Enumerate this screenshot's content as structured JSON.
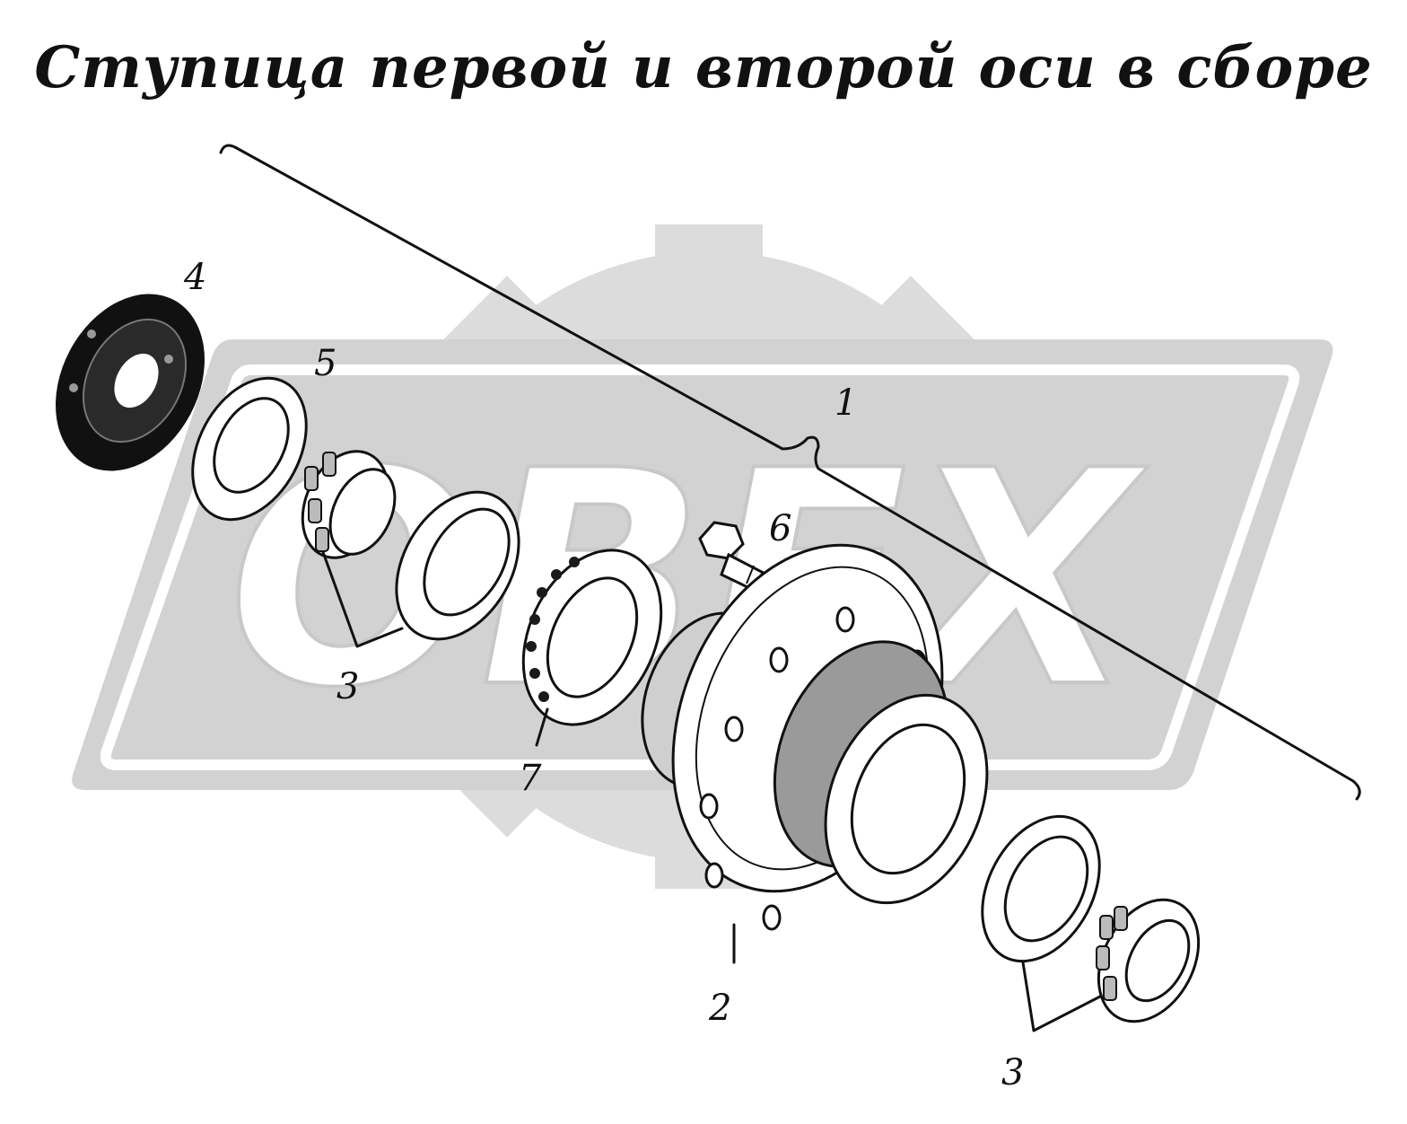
{
  "title": "Ступица первой и второй оси в сборе",
  "watermark": {
    "text": "OBEX",
    "color": "#d6d6d6"
  },
  "colors": {
    "ink": "#111111",
    "background": "#ffffff",
    "watermark": "#d4d4d4"
  },
  "callouts": [
    {
      "id": "label-1",
      "text": "1"
    },
    {
      "id": "label-2",
      "text": "2"
    },
    {
      "id": "label-3a",
      "text": "3"
    },
    {
      "id": "label-3b",
      "text": "3"
    },
    {
      "id": "label-4",
      "text": "4"
    },
    {
      "id": "label-5",
      "text": "5"
    },
    {
      "id": "label-6",
      "text": "6"
    },
    {
      "id": "label-7",
      "text": "7"
    }
  ]
}
